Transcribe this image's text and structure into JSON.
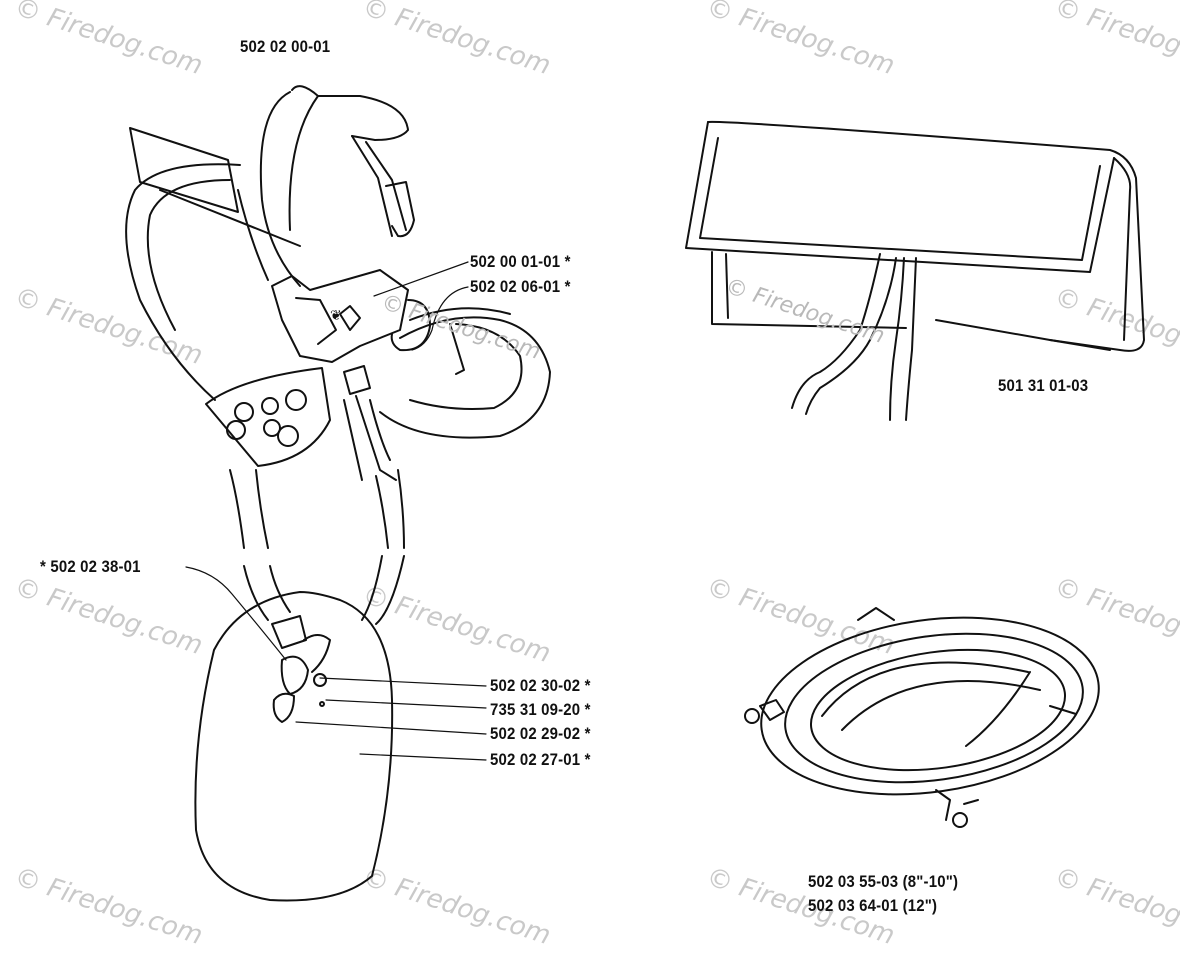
{
  "watermark": "© Firedog.com",
  "parts": {
    "harness_assembly": "502 02 00-01",
    "harness_clip": "502 00 01-01  *",
    "harness_hook": "502 02 06-01  *",
    "hip_guard_clip": "*  502  02 38-01",
    "hip_pad_part_a": "502 02 30-02  *",
    "hip_pad_screw": "735 31 09-20  *",
    "hip_pad_part_b": "502 02 29-02  *",
    "hip_pad": "502 02 27-01  *",
    "blade_guard_cover": "501 31 01-03",
    "ring_guard_small": "502 03 55-03 (8\"-10\")",
    "ring_guard_large": "502 03 64-01 (12\")"
  }
}
